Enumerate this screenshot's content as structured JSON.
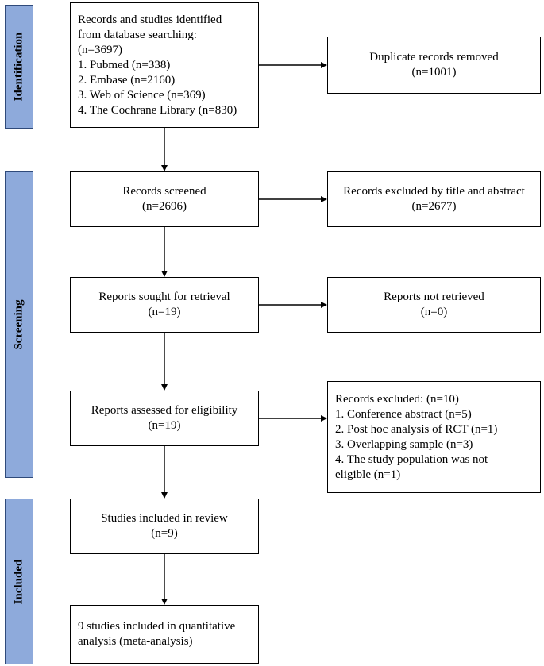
{
  "phases": {
    "identification": "Identification",
    "screening": "Screening",
    "included": "Included"
  },
  "boxes": {
    "records_identified": {
      "lines": [
        "Records and studies identified",
        "from database searching:",
        "(n=3697)",
        "1. Pubmed (n=338)",
        "2. Embase (n=2160)",
        "3. Web of Science (n=369)",
        "4. The Cochrane Library (n=830)"
      ]
    },
    "duplicates_removed": {
      "lines": [
        "Duplicate records removed",
        "(n=1001)"
      ]
    },
    "records_screened": {
      "lines": [
        "Records screened",
        "(n=2696)"
      ]
    },
    "excluded_title_abstract": {
      "lines": [
        "Records excluded by title and abstract",
        "(n=2677)"
      ]
    },
    "sought_retrieval": {
      "lines": [
        "Reports sought for retrieval",
        "(n=19)"
      ]
    },
    "not_retrieved": {
      "lines": [
        "Reports not retrieved",
        "(n=0)"
      ]
    },
    "assessed_eligibility": {
      "lines": [
        "Reports assessed for eligibility",
        "(n=19)"
      ]
    },
    "records_excluded": {
      "lines": [
        "Records excluded: (n=10)",
        "1. Conference abstract (n=5)",
        "2. Post hoc analysis of RCT (n=1)",
        "3. Overlapping sample (n=3)",
        "4. The study population was not",
        "eligible (n=1)"
      ]
    },
    "included_review": {
      "lines": [
        "Studies included in review",
        "(n=9)"
      ]
    },
    "included_quantitative": {
      "lines": [
        "9 studies included in quantitative",
        "analysis (meta-analysis)"
      ]
    }
  }
}
